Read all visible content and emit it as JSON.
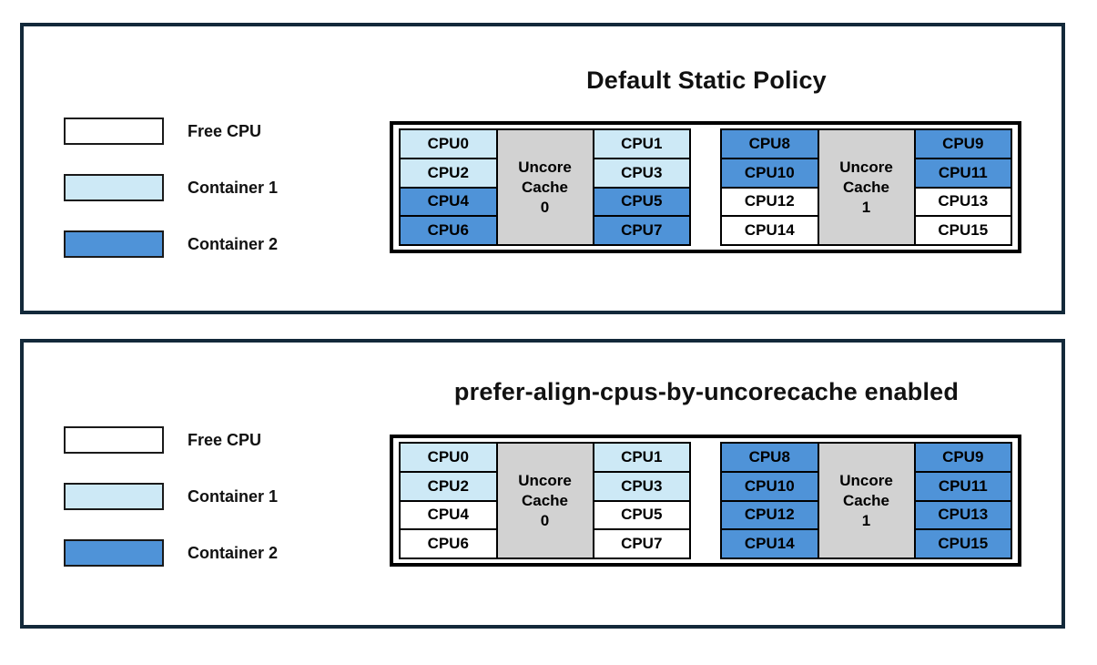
{
  "colors": {
    "free": "#ffffff",
    "container1": "#cde9f6",
    "container2": "#4f93d8",
    "uncore_cache": "#d2d2d2",
    "panel_border": "#13293a",
    "cell_border": "#000000"
  },
  "legend": {
    "items": [
      {
        "label": "Free CPU",
        "state": "free"
      },
      {
        "label": "Container 1",
        "state": "container1"
      },
      {
        "label": "Container 2",
        "state": "container2"
      }
    ]
  },
  "panels": [
    {
      "title": "Default Static Policy",
      "groups": [
        {
          "cache_label": "Uncore\nCache\n0",
          "left": [
            {
              "label": "CPU0",
              "state": "container1"
            },
            {
              "label": "CPU2",
              "state": "container1"
            },
            {
              "label": "CPU4",
              "state": "container2"
            },
            {
              "label": "CPU6",
              "state": "container2"
            }
          ],
          "right": [
            {
              "label": "CPU1",
              "state": "container1"
            },
            {
              "label": "CPU3",
              "state": "container1"
            },
            {
              "label": "CPU5",
              "state": "container2"
            },
            {
              "label": "CPU7",
              "state": "container2"
            }
          ]
        },
        {
          "cache_label": "Uncore\nCache\n1",
          "left": [
            {
              "label": "CPU8",
              "state": "container2"
            },
            {
              "label": "CPU10",
              "state": "container2"
            },
            {
              "label": "CPU12",
              "state": "free"
            },
            {
              "label": "CPU14",
              "state": "free"
            }
          ],
          "right": [
            {
              "label": "CPU9",
              "state": "container2"
            },
            {
              "label": "CPU11",
              "state": "container2"
            },
            {
              "label": "CPU13",
              "state": "free"
            },
            {
              "label": "CPU15",
              "state": "free"
            }
          ]
        }
      ]
    },
    {
      "title": "prefer-align-cpus-by-uncorecache enabled",
      "groups": [
        {
          "cache_label": "Uncore\nCache\n0",
          "left": [
            {
              "label": "CPU0",
              "state": "container1"
            },
            {
              "label": "CPU2",
              "state": "container1"
            },
            {
              "label": "CPU4",
              "state": "free"
            },
            {
              "label": "CPU6",
              "state": "free"
            }
          ],
          "right": [
            {
              "label": "CPU1",
              "state": "container1"
            },
            {
              "label": "CPU3",
              "state": "container1"
            },
            {
              "label": "CPU5",
              "state": "free"
            },
            {
              "label": "CPU7",
              "state": "free"
            }
          ]
        },
        {
          "cache_label": "Uncore\nCache\n1",
          "left": [
            {
              "label": "CPU8",
              "state": "container2"
            },
            {
              "label": "CPU10",
              "state": "container2"
            },
            {
              "label": "CPU12",
              "state": "container2"
            },
            {
              "label": "CPU14",
              "state": "container2"
            }
          ],
          "right": [
            {
              "label": "CPU9",
              "state": "container2"
            },
            {
              "label": "CPU11",
              "state": "container2"
            },
            {
              "label": "CPU13",
              "state": "container2"
            },
            {
              "label": "CPU15",
              "state": "container2"
            }
          ]
        }
      ]
    }
  ]
}
